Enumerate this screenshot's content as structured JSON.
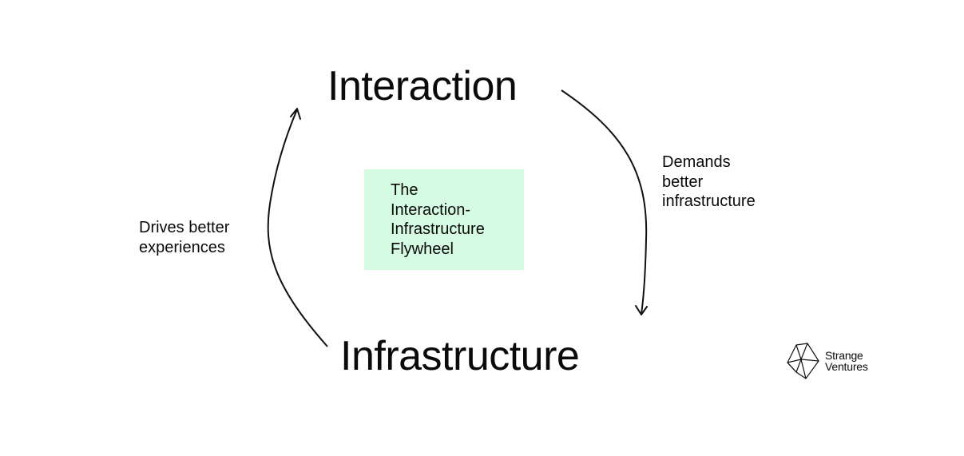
{
  "diagram": {
    "nodes": {
      "top": "Interaction",
      "bottom": "Infrastructure"
    },
    "edges": {
      "right_label": "Demands\nbetter\ninfrastructure",
      "left_label": "Drives better\nexperiences"
    },
    "center_box": {
      "text": "The\nInteraction-\nInfrastructure\nFlywheel",
      "color": "#d5fbe3"
    }
  },
  "branding": {
    "logo_icon": "strange-ventures-logo-icon",
    "logo_text": "Strange\nVentures"
  }
}
